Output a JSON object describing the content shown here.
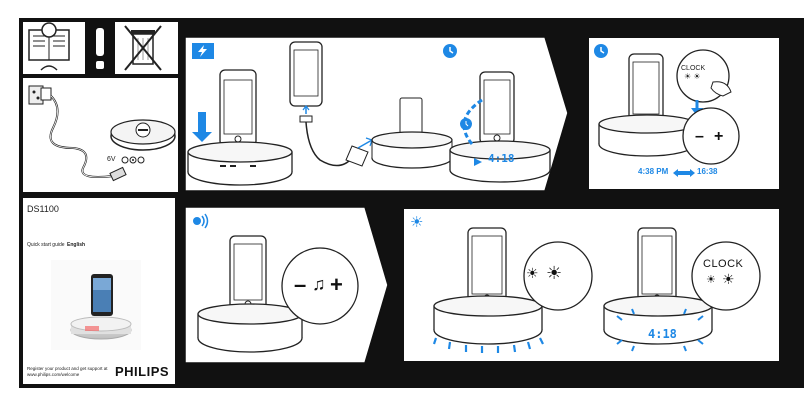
{
  "cover": {
    "model": "DS1100",
    "guide_title": "Quick start guide",
    "language": "English",
    "register_line1": "Register your product and get support at",
    "register_line2": "www.philips.com/welcome",
    "brand": "PHILIPS"
  },
  "power": {
    "voltage_label": "6V"
  },
  "clock_panel": {
    "clock_label": "CLOCK",
    "minus": "–",
    "plus": "+",
    "time_12h": "4:38 PM",
    "time_24h": "16:38"
  },
  "volume_panel": {
    "minus": "–",
    "plus": "+"
  },
  "brightness_panel": {
    "clock_label": "CLOCK"
  },
  "displays": {
    "dock_time": "4:18",
    "dock_time_2": "4:18"
  },
  "colors": {
    "accent_blue": "#1e88e5",
    "sheet_dark": "#111111"
  }
}
